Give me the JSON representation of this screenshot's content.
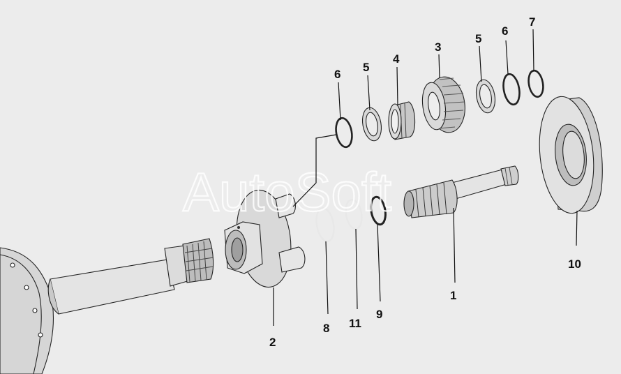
{
  "watermark": "AutoSoft",
  "callouts": [
    {
      "id": "1",
      "text": "1"
    },
    {
      "id": "2",
      "text": "2"
    },
    {
      "id": "3",
      "text": "3"
    },
    {
      "id": "4",
      "text": "4"
    },
    {
      "id": "5a",
      "text": "5"
    },
    {
      "id": "5b",
      "text": "5"
    },
    {
      "id": "6a",
      "text": "6"
    },
    {
      "id": "6b",
      "text": "6"
    },
    {
      "id": "7",
      "text": "7"
    },
    {
      "id": "8",
      "text": "8"
    },
    {
      "id": "9",
      "text": "9"
    },
    {
      "id": "10",
      "text": "10"
    },
    {
      "id": "11",
      "text": "11"
    }
  ]
}
